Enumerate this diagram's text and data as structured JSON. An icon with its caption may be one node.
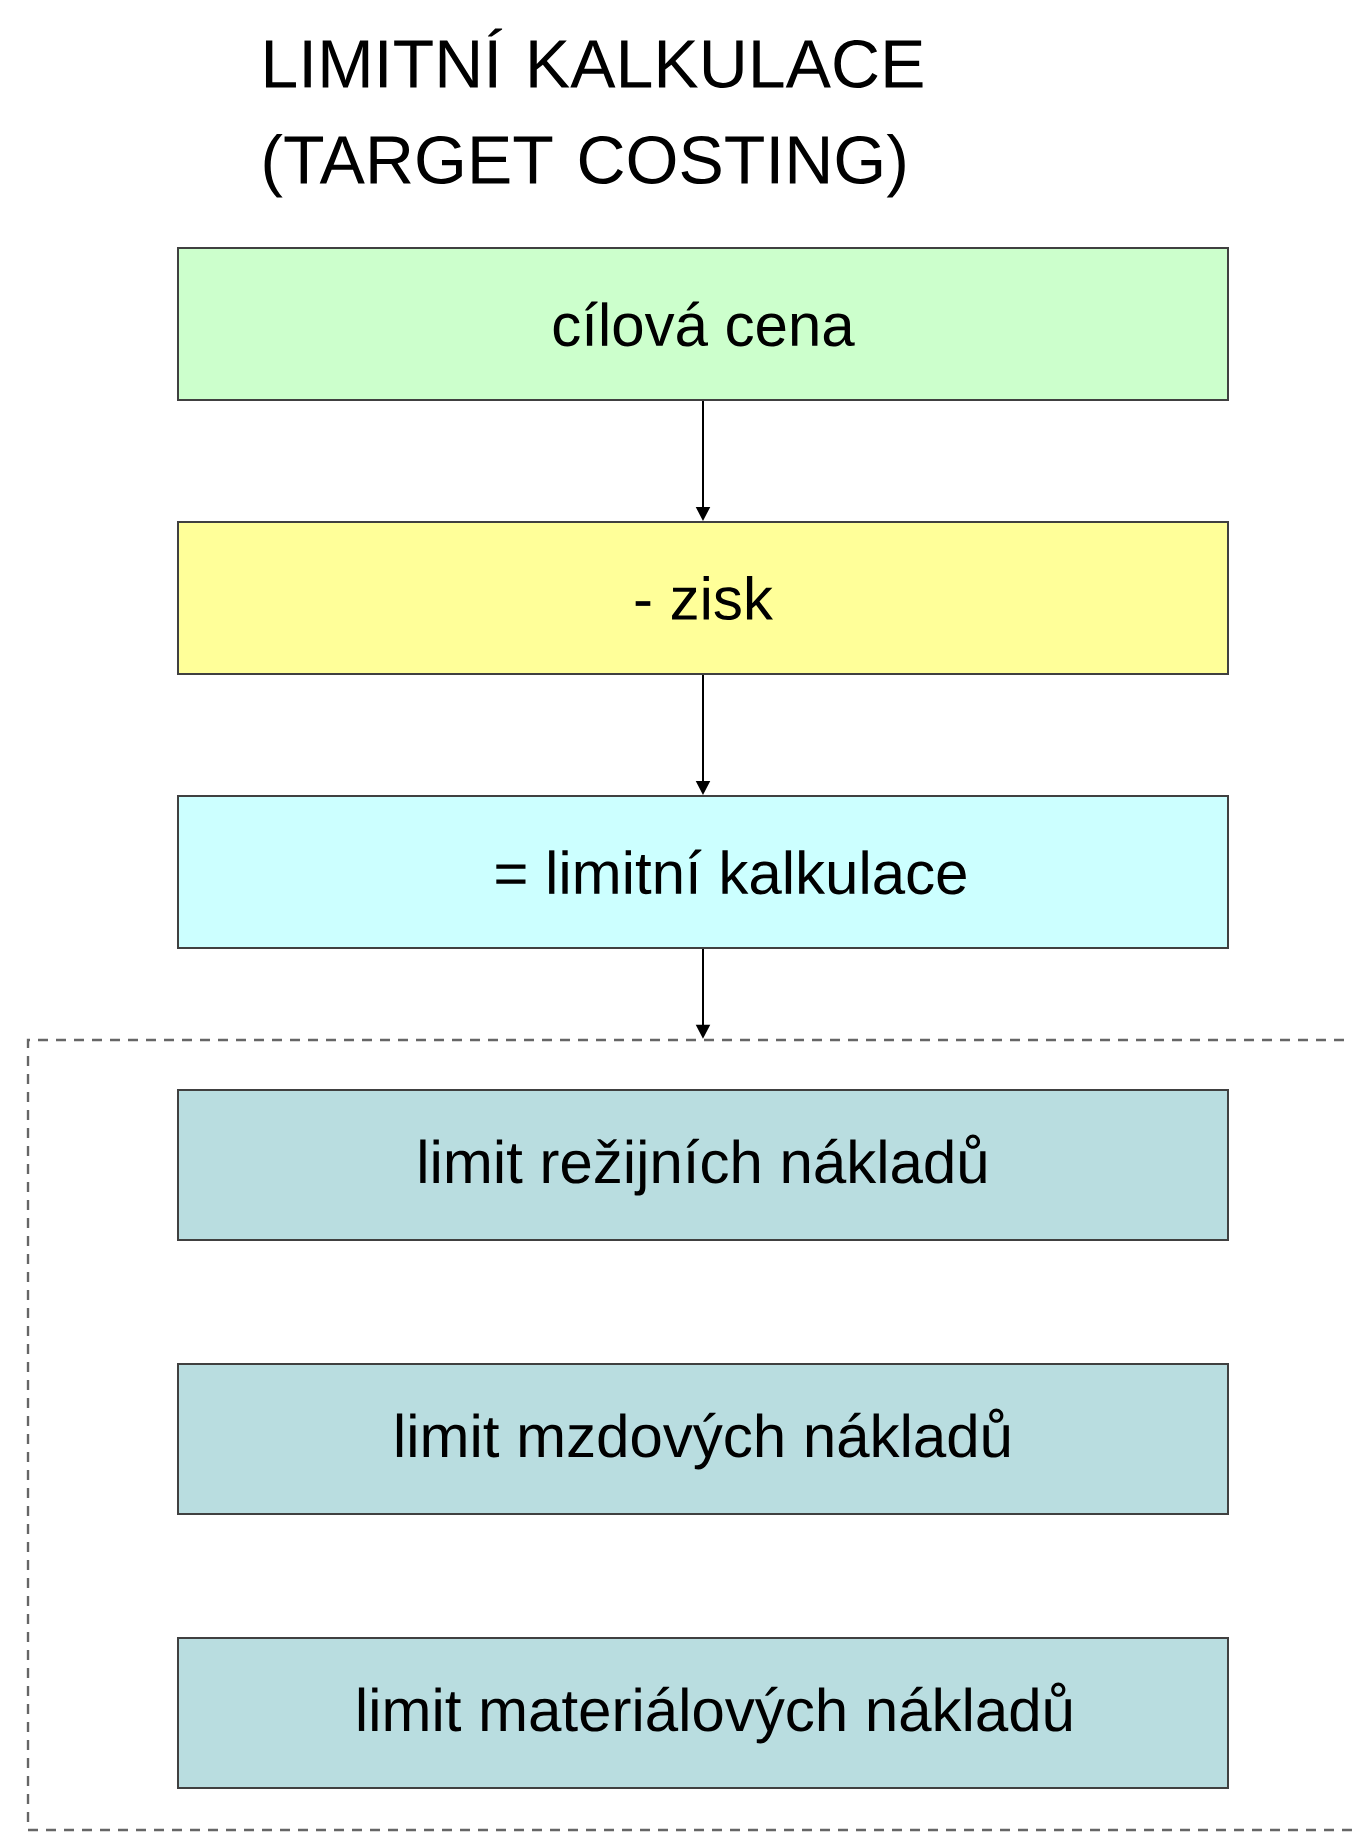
{
  "diagram": {
    "title": "LIMITNÍ KALKULACE (TARGET COSTING)",
    "nodes": [
      {
        "text": [
          "cílová cena"
        ]
      },
      {
        "text": [
          "- zisk"
        ]
      },
      {
        "text": [
          "= limitní kalkulace"
        ]
      },
      {
        "text": [],
        "shape": "box"
      },
      {
        "text": [
          "limit režijních nákladů"
        ],
        "in": 3
      },
      {
        "text": [
          "limit mzdových nákladů"
        ],
        "in": 3
      },
      {
        "text": [
          "limit materiálových nákladů"
        ],
        "in": 3
      }
    ],
    "edges": [
      {
        "from": 0,
        "to": 1,
        "arrow": "to"
      },
      {
        "from": 1,
        "to": 2,
        "arrow": "to"
      },
      {
        "from": 2,
        "to": 3,
        "arrow": "to"
      }
    ]
  }
}
